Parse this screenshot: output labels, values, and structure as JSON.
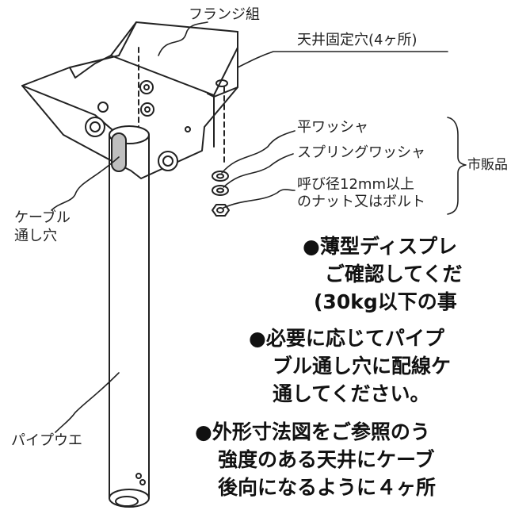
{
  "labels": {
    "flange": "フランジ組",
    "ceiling_holes": "天井固定穴(4ヶ所)",
    "flat_washer": "平ワッシャ",
    "spring_washer": "スプリングワッシャ",
    "nut_line1": "呼び径12mm以上",
    "nut_line2": "のナット又はボルト",
    "commercial": "市販品",
    "cable_line1": "ケーブル",
    "cable_line2": "通し穴",
    "pipe": "パイプウエ"
  },
  "notes": [
    {
      "lines": [
        "●薄型ディスプレ",
        "ご確認してくだ",
        "(30kg以下の事"
      ]
    },
    {
      "lines": [
        "●必要に応じてパイプ",
        "ブル通し穴に配線ケ",
        "通してください。"
      ]
    },
    {
      "lines": [
        "●外形寸法図をご参照のう",
        "強度のある天井にケーブ",
        "後向になるように４ヶ所"
      ]
    }
  ]
}
